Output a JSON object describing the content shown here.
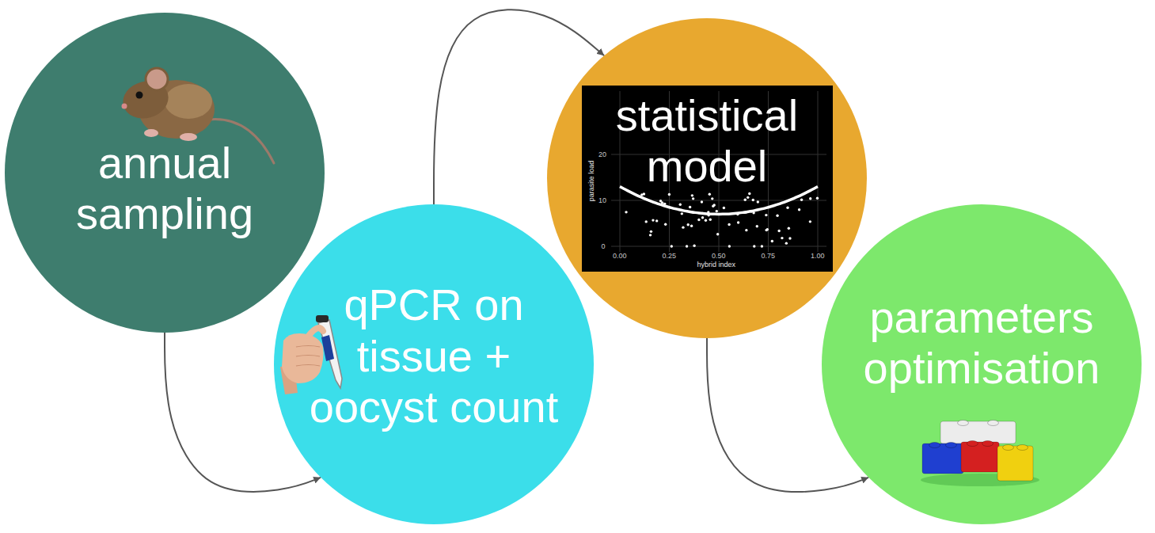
{
  "diagram": {
    "nodes": [
      {
        "text": [
          "annual sampling"
        ]
      },
      {
        "text": [
          "qPCR on tissue + oocyst count"
        ]
      },
      {
        "text": [
          "statistical model"
        ]
      },
      {
        "text": [
          "parameters optimisation"
        ]
      }
    ],
    "edges": [
      {
        "from": 0,
        "to": 1,
        "arrow": "to"
      },
      {
        "from": 1,
        "to": 2,
        "arrow": "to"
      },
      {
        "from": 2,
        "to": 3,
        "arrow": "to"
      }
    ],
    "labels": [
      "parasite load",
      "hybrid index",
      "0.00",
      "0.25",
      "0.50",
      "0.75",
      "1.00",
      "0",
      "10",
      "20"
    ]
  }
}
